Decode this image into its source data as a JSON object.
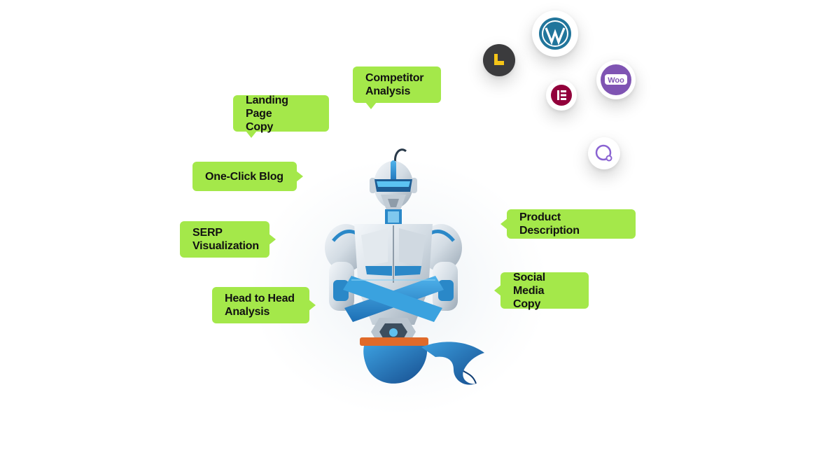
{
  "features": {
    "competitor": "Competitor\nAnalysis",
    "landing": "Landing Page\nCopy",
    "oneclick": "One-Click Blog",
    "serp": "SERP\nVisualization",
    "head": "Head to Head\nAnalysis",
    "product": "Product Description",
    "social": "Social Media\nCopy"
  },
  "integrations": [
    {
      "name": "lightning-icon",
      "color": "#3a3a3a"
    },
    {
      "name": "wordpress-icon",
      "color": "#21759b"
    },
    {
      "name": "woocommerce-icon",
      "color": "#7f54b3"
    },
    {
      "name": "elementor-icon",
      "color": "#92003b"
    },
    {
      "name": "chat-bubble-icon",
      "color": "#8a63d2"
    }
  ],
  "colors": {
    "bubble_green": "#a4e84a",
    "robot_blue": "#2a8fd0",
    "robot_silver": "#d9e1e8",
    "belt_orange": "#e06a2a"
  }
}
